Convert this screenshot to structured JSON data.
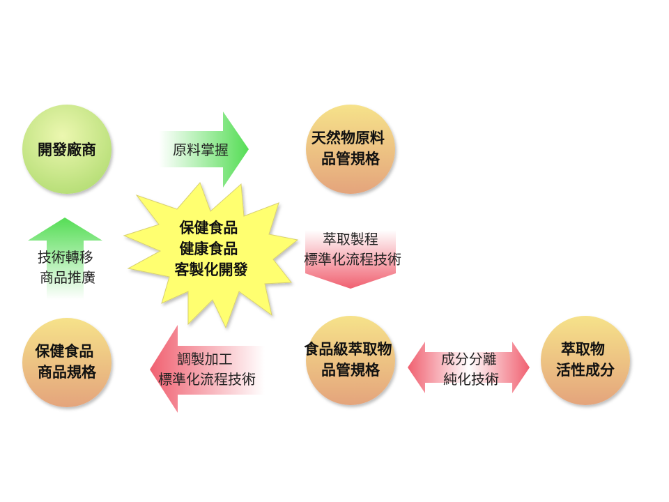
{
  "nodes": {
    "developer": {
      "lines": [
        "開發廠商"
      ]
    },
    "natural_material": {
      "lines": [
        "天然物原料",
        "品管規格"
      ]
    },
    "food_grade_extract": {
      "lines": [
        "食品級萃取物",
        "品管規格"
      ]
    },
    "active_ingredient": {
      "lines": [
        "萃取物",
        "活性成分"
      ]
    },
    "health_food_spec": {
      "lines": [
        "保健食品",
        "商品規格"
      ]
    }
  },
  "center": {
    "lines": [
      "保健食品",
      "健康食品",
      "客製化開發"
    ]
  },
  "arrows": {
    "material_control": {
      "lines": [
        "原料掌握"
      ]
    },
    "extraction": {
      "lines": [
        "萃取製程",
        "標準化流程技術"
      ]
    },
    "separation": {
      "lines": [
        "成分分離",
        "純化技術"
      ]
    },
    "processing": {
      "lines": [
        "調製加工",
        "標準化流程技術"
      ]
    },
    "transfer": {
      "lines": [
        "技術轉移",
        "商品推廣"
      ]
    }
  },
  "colors": {
    "green_node": "#b8e07a",
    "orange_node": "#e9b07a",
    "green_arrow": "#66e060",
    "red_arrow": "#f07080",
    "star": "#ffff66"
  }
}
